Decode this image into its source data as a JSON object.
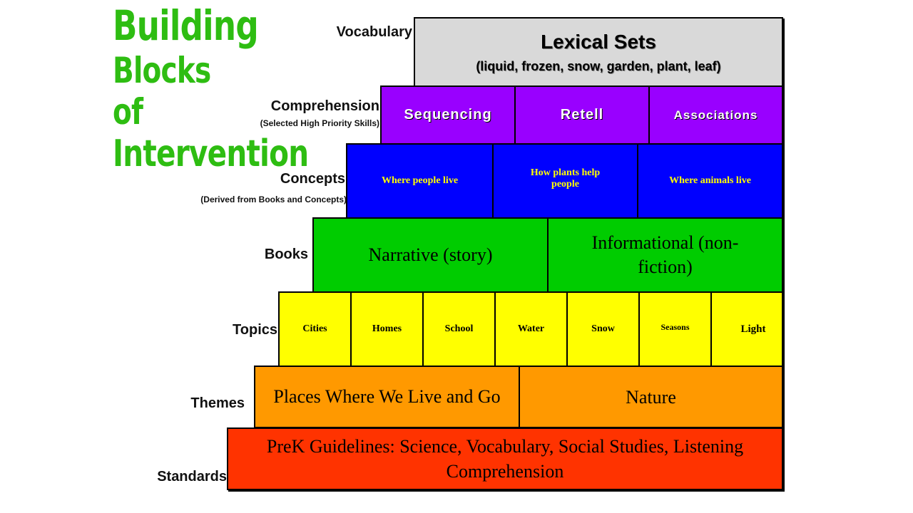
{
  "title": {
    "line1": "Building",
    "line2": "Blocks",
    "line3": "of",
    "line4": "Intervention",
    "color": "#2ebd12"
  },
  "labels": {
    "vocabulary": "Vocabulary",
    "comprehension": "Comprehension",
    "comprehension_sub": "(Selected High Priority Skills)",
    "concepts": "Concepts",
    "concepts_sub": "(Derived from Books and Concepts)",
    "books": "Books",
    "topics": "Topics",
    "themes": "Themes",
    "standards": "Standards"
  },
  "rows": {
    "vocabulary": {
      "color": "#d9d9d9",
      "title": "Lexical Sets",
      "subtitle": "(liquid, frozen, snow, garden, plant, leaf)"
    },
    "comprehension": {
      "color": "#9900ff",
      "cells": [
        "Sequencing",
        "Retell",
        "Associations"
      ]
    },
    "concepts": {
      "color": "#0000ff",
      "cells": [
        "Where people live",
        "How plants help people",
        "Where animals live"
      ]
    },
    "books": {
      "color": "#00cc00",
      "cells": [
        "Narrative (story)",
        "Informational (non-fiction)"
      ]
    },
    "topics": {
      "color": "#ffff00",
      "cells": [
        "Cities",
        "Homes",
        "School",
        "Water",
        "Snow",
        "Seasons",
        "Light"
      ]
    },
    "themes": {
      "color": "#ff9900",
      "cells": [
        "Places Where We Live and Go",
        "Nature"
      ]
    },
    "standards": {
      "color": "#ff3300",
      "text": "PreK Guidelines: Science, Vocabulary, Social Studies, Listening Comprehension"
    }
  }
}
